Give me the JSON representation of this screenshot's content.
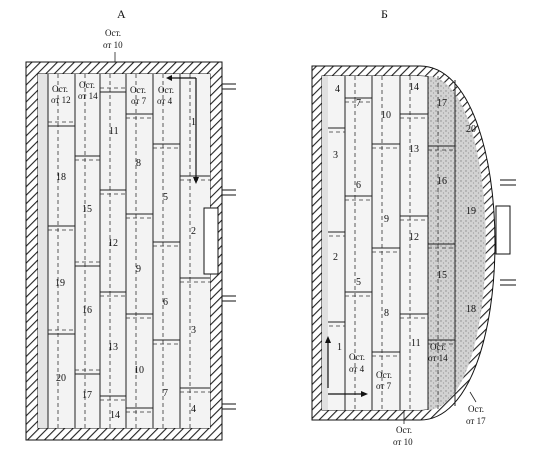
{
  "titles": {
    "left": "А",
    "right": "Б"
  },
  "left": {
    "caption_ost": "Ост.",
    "caption_ot10": "от 10",
    "numbers": [
      "1",
      "2",
      "3",
      "4",
      "5",
      "6",
      "7",
      "8",
      "9",
      "10",
      "11",
      "12",
      "13",
      "14",
      "15",
      "16",
      "17",
      "18",
      "19",
      "20"
    ],
    "ost_labels": {
      "o12a": "Ост.",
      "o12b": "от 12",
      "o14a": "Ост.",
      "o14b": "от 14",
      "o7a": "Ост.",
      "o7b": "от 7",
      "o4a": "Ост.",
      "o4b": "от 4"
    }
  },
  "right": {
    "numbers": [
      "1",
      "2",
      "3",
      "4",
      "5",
      "6",
      "7",
      "8",
      "9",
      "10",
      "11",
      "12",
      "13",
      "14",
      "15",
      "16",
      "17",
      "18",
      "19",
      "20"
    ],
    "ost_labels": {
      "o4a": "Ост.",
      "o4b": "от 4",
      "o7a": "Ост.",
      "o7b": "от 7",
      "o14a": "Ост.",
      "o14b": "от 14",
      "o10a": "Ост.",
      "o10b": "от 10",
      "o17a": "Ост.",
      "o17b": "от 17"
    }
  }
}
